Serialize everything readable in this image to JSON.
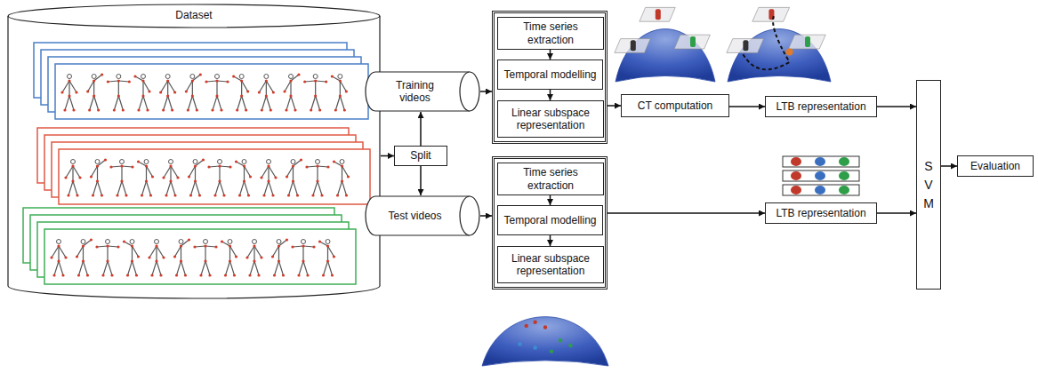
{
  "diagram": {
    "nodes": [
      {
        "text": [
          "Dataset"
        ]
      },
      {
        "text": [
          "Training videos"
        ]
      },
      {
        "text": [
          "Split"
        ]
      },
      {
        "text": [
          "Test videos"
        ]
      },
      {
        "text": []
      },
      {
        "text": [
          "Time series extraction"
        ],
        "in": 4
      },
      {
        "text": [
          "Temporal modelling"
        ],
        "in": 4
      },
      {
        "text": [
          "Linear subspace representation"
        ],
        "in": 4
      },
      {
        "text": []
      },
      {
        "text": [
          "Time series extraction"
        ],
        "in": 8
      },
      {
        "text": [
          "Temporal modelling"
        ],
        "in": 8
      },
      {
        "text": [
          "Linear subspace representation"
        ],
        "in": 8
      },
      {
        "text": [
          "CT computation"
        ]
      },
      {
        "text": [
          "LTB representation"
        ]
      },
      {
        "text": [
          "LTB representation"
        ]
      },
      {
        "text": [
          "S V M"
        ]
      },
      {
        "text": [
          "Evaluation"
        ]
      }
    ],
    "edges": [
      {
        "from": 0,
        "to": 2,
        "arrow": "to"
      },
      {
        "from": 2,
        "to": 1,
        "arrow": "to"
      },
      {
        "from": 2,
        "to": 3,
        "arrow": "to"
      },
      {
        "from": 1,
        "to": 4,
        "arrow": "to"
      },
      {
        "from": 3,
        "to": 8,
        "arrow": "to"
      },
      {
        "from": 5,
        "to": 6,
        "arrow": "to"
      },
      {
        "from": 6,
        "to": 7,
        "arrow": "to"
      },
      {
        "from": 9,
        "to": 10,
        "arrow": "to"
      },
      {
        "from": 10,
        "to": 11,
        "arrow": "to"
      },
      {
        "from": 4,
        "to": 12,
        "arrow": "to"
      },
      {
        "from": 12,
        "to": 13,
        "arrow": "to"
      },
      {
        "from": 8,
        "to": 14,
        "arrow": "to"
      },
      {
        "from": 13,
        "to": 15,
        "arrow": "to"
      },
      {
        "from": 14,
        "to": 15,
        "arrow": "to"
      },
      {
        "from": 15,
        "to": 16,
        "arrow": "to"
      }
    ]
  }
}
